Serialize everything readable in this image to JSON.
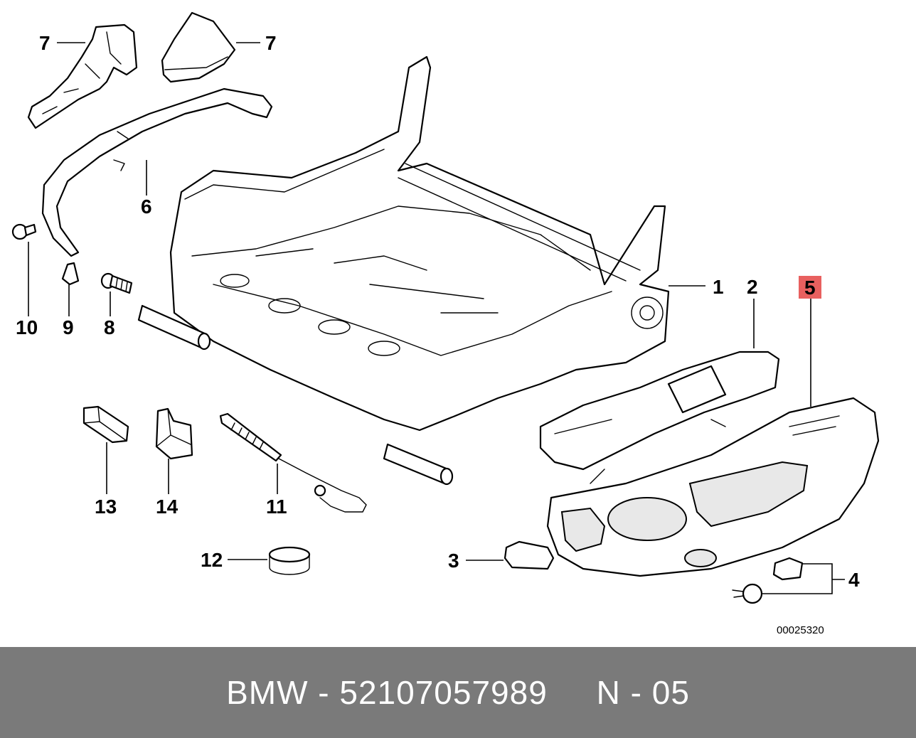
{
  "callouts": {
    "c1": "1",
    "c2": "2",
    "c3": "3",
    "c4": "4",
    "c5": "5",
    "c6": "6",
    "c7a": "7",
    "c7b": "7",
    "c8": "8",
    "c9": "9",
    "c10": "10",
    "c11": "11",
    "c12": "12",
    "c13": "13",
    "c14": "14"
  },
  "highlight_color": "#e8605f",
  "reference_number": "00025320",
  "footer": {
    "text": "BMW - 52107057989     N - 05",
    "background": "#7a7a7a"
  }
}
